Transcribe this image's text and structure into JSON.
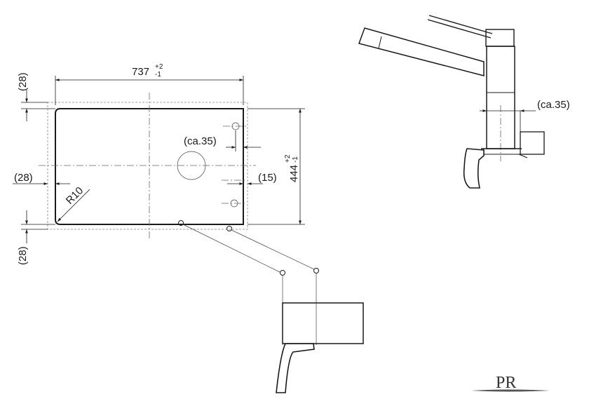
{
  "dimensions": {
    "width": {
      "value": "737",
      "tol_plus": "+2",
      "tol_minus": "-1"
    },
    "height": {
      "value": "444",
      "tol_plus": "+2",
      "tol_minus": "-1"
    },
    "margin_top": "(28)",
    "margin_left": "(28)",
    "margin_bottom": "(28)",
    "right_offset": "(15)",
    "tap_offset": "(ca.35)",
    "radius": "R10",
    "faucet_offset": "(ca.35)"
  },
  "logo": {
    "text": "PR"
  },
  "colors": {
    "line": "#1a1a1a",
    "hatch": "#333333",
    "dashed": "#888888"
  }
}
